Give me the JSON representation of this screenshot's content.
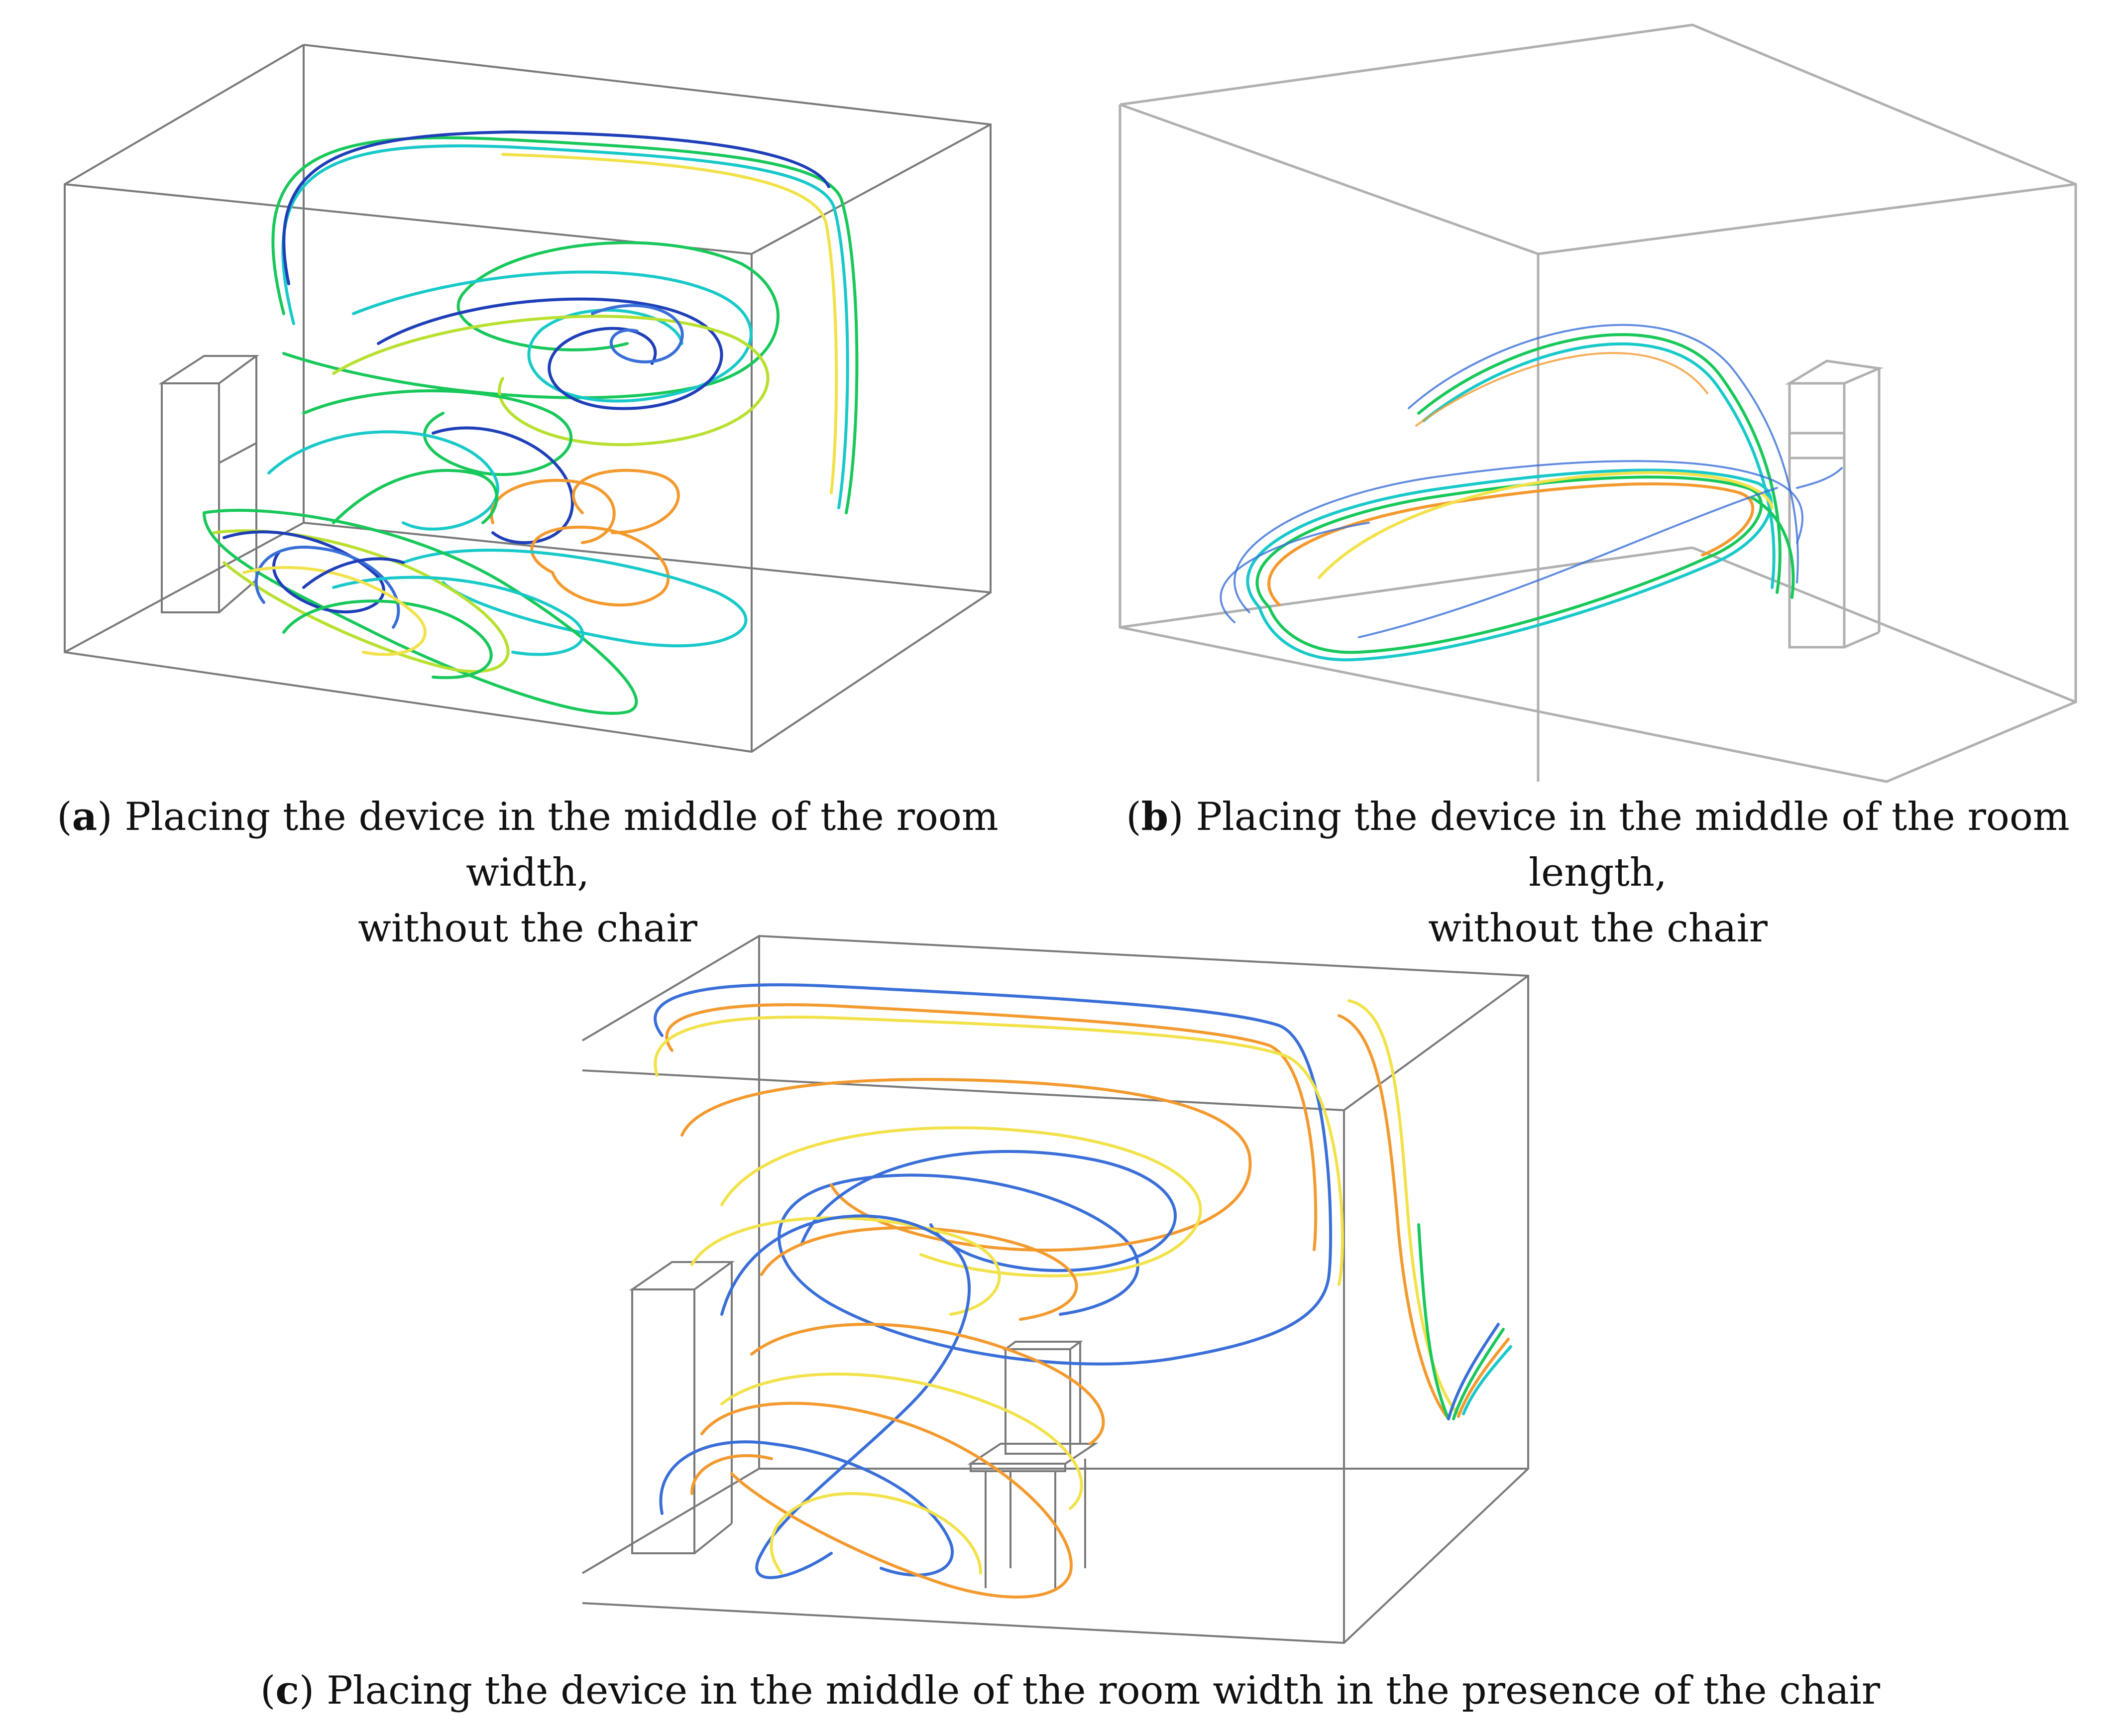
{
  "colors": {
    "dark_blue": "#1f3fb8",
    "blue": "#3a6fd8",
    "cyan": "#19c9c9",
    "green": "#18c85a",
    "yellow_green": "#b8e02e",
    "yellow": "#f2e24a",
    "orange": "#f39a2e",
    "frame": "#7a7a7a"
  },
  "panels": [
    {
      "label": "a",
      "caption_line1": "Placing the device in the middle of the room width,",
      "caption_line2": "without the chair"
    },
    {
      "label": "b",
      "caption_line1": "Placing the device in the middle of the room length,",
      "caption_line2": "without the chair"
    },
    {
      "label": "c",
      "caption_line1": "Placing the device in the middle of the room width in the presence of the chair",
      "caption_line2": ""
    }
  ]
}
